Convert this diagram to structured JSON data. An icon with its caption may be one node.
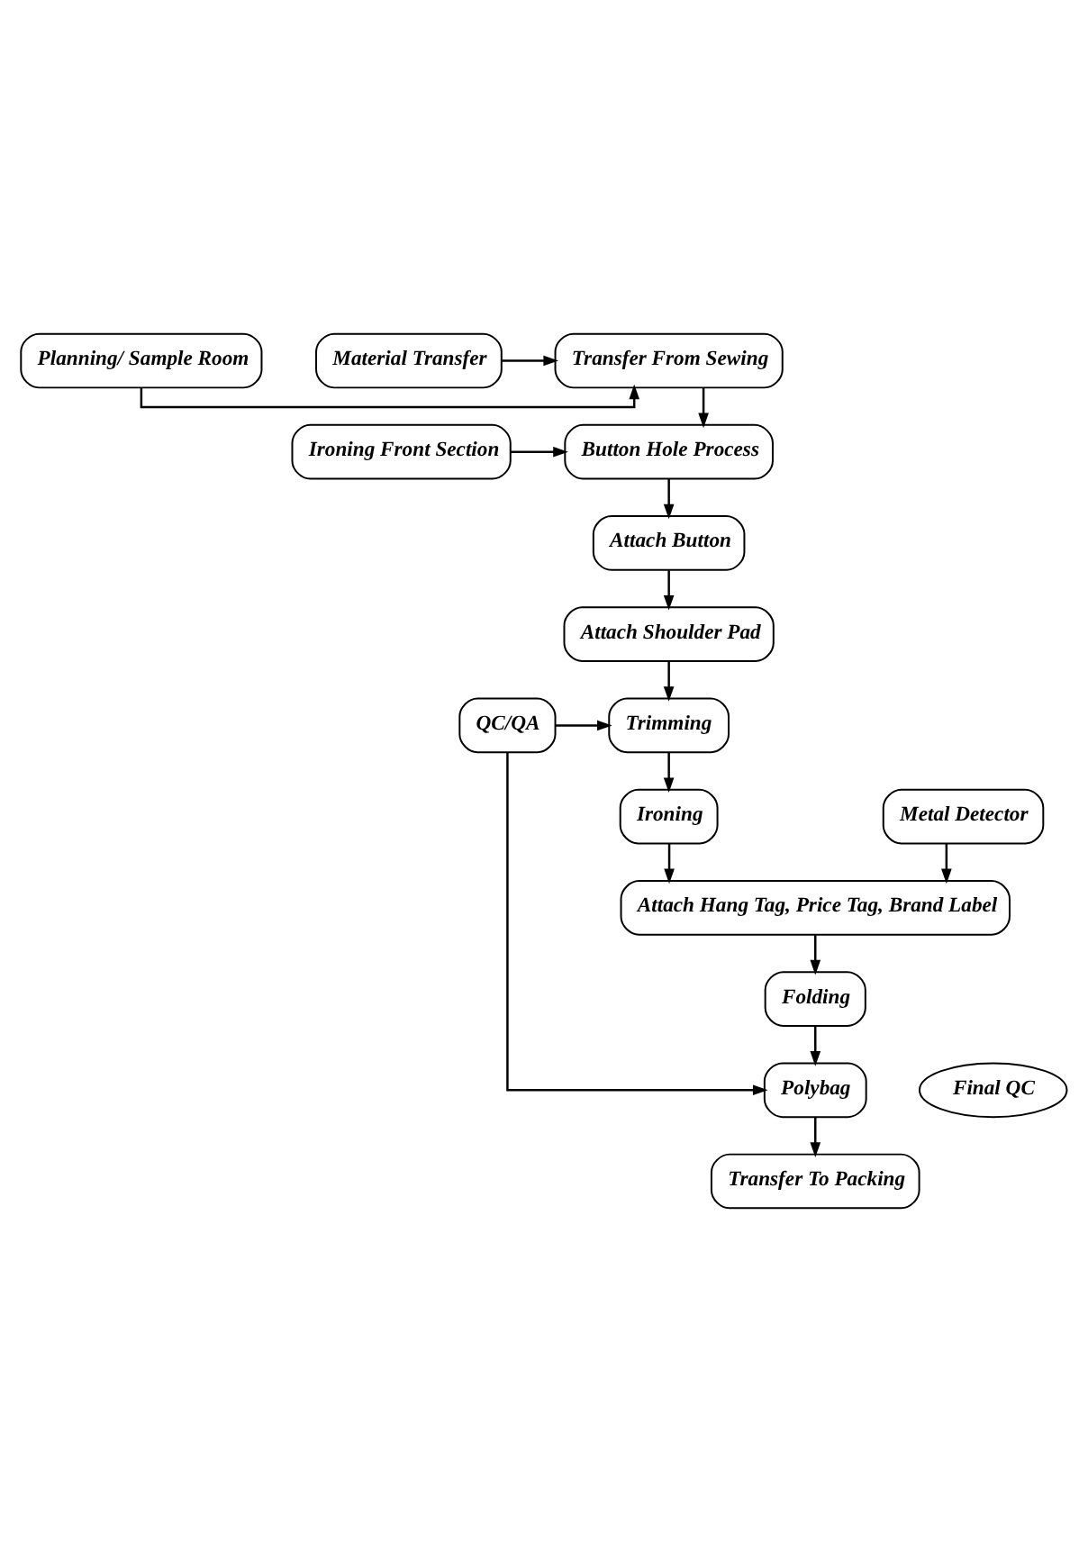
{
  "diagram": {
    "nodes": [
      {
        "text": [
          "Planning/ Sample Room"
        ]
      },
      {
        "text": [
          "Transfer From Sewing"
        ]
      },
      {
        "text": [
          "Material Transfer"
        ]
      },
      {
        "text": [
          "Ironing Front Section"
        ]
      },
      {
        "text": [
          "Button Hole Process"
        ]
      },
      {
        "text": [
          "Attach Button"
        ]
      },
      {
        "text": [
          "Attach Shoulder Pad"
        ]
      },
      {
        "text": [
          "Trimming"
        ]
      },
      {
        "text": [
          "QC/QA"
        ]
      },
      {
        "text": [
          "Ironing"
        ]
      },
      {
        "text": [
          "Metal Detector"
        ]
      },
      {
        "text": [
          "Attach Hang Tag, Price Tag, Brand Label"
        ]
      },
      {
        "text": [
          "Folding"
        ]
      },
      {
        "text": [
          "Final QC"
        ]
      },
      {
        "text": [
          "Polybag"
        ]
      },
      {
        "text": [
          "Transfer To Packing"
        ]
      }
    ],
    "edges": [
      {
        "from": 0,
        "to": 1,
        "arrow": "to"
      },
      {
        "from": 2,
        "to": 1,
        "arrow": "to"
      },
      {
        "from": 1,
        "to": 4,
        "arrow": "to"
      },
      {
        "from": 3,
        "to": 4,
        "arrow": "to"
      },
      {
        "from": 4,
        "to": 5,
        "arrow": "to"
      },
      {
        "from": 5,
        "to": 6,
        "arrow": "to"
      },
      {
        "from": 6,
        "to": 7,
        "arrow": "to"
      },
      {
        "from": 8,
        "to": 7,
        "arrow": "to"
      },
      {
        "from": 7,
        "to": 9,
        "arrow": "to"
      },
      {
        "from": 9,
        "to": 11,
        "arrow": "to"
      },
      {
        "from": 10,
        "to": 11,
        "arrow": "to"
      },
      {
        "from": 8,
        "to": 14,
        "arrow": "to"
      },
      {
        "from": 11,
        "to": 12,
        "arrow": "to"
      },
      {
        "from": 12,
        "to": 14,
        "arrow": "to"
      },
      {
        "from": 14,
        "to": 15,
        "arrow": "to"
      }
    ]
  }
}
